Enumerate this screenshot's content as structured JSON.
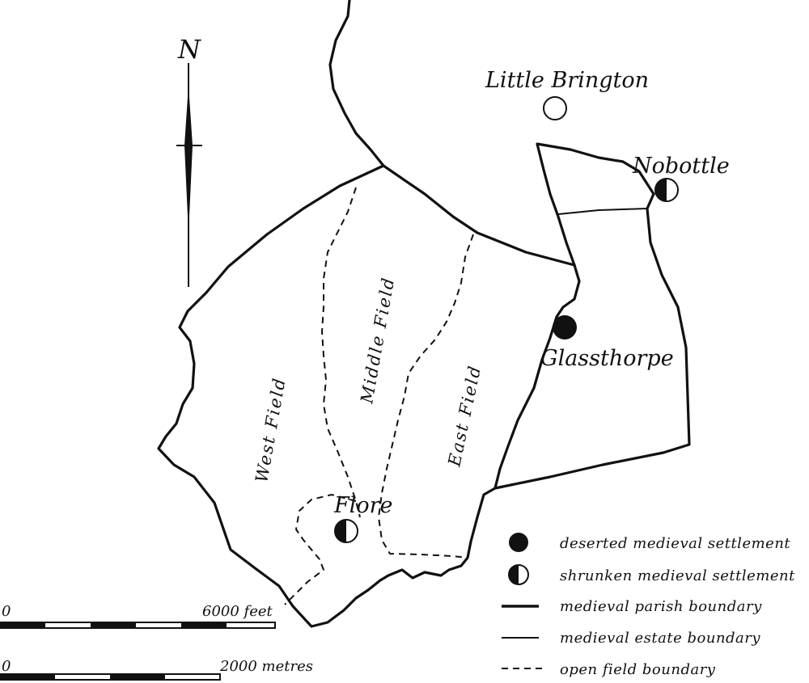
{
  "north": {
    "label": "N"
  },
  "places": {
    "little_brington": "Little Brington",
    "nobottle": "Nobottle",
    "glassthorpe": "Glassthorpe",
    "flore": "Flore"
  },
  "fields": {
    "west": "West Field",
    "middle": "Middle Field",
    "east": "East Field"
  },
  "scale": {
    "feet_zero": "0",
    "feet_label": "6000 feet",
    "metres_zero": "0",
    "metres_label": "2000 metres"
  },
  "legend": [
    {
      "symbol": "deserted-settlement",
      "label": "deserted medieval settlement"
    },
    {
      "symbol": "shrunken-settlement",
      "label": "shrunken medieval settlement"
    },
    {
      "symbol": "parish-boundary",
      "label": "medieval parish boundary"
    },
    {
      "symbol": "estate-boundary",
      "label": "medieval estate boundary"
    },
    {
      "symbol": "open-field-boundary",
      "label": "open field boundary"
    }
  ],
  "settlement_types": {
    "little_brington": "village",
    "nobottle": "shrunken",
    "glassthorpe": "deserted",
    "flore": "shrunken"
  }
}
